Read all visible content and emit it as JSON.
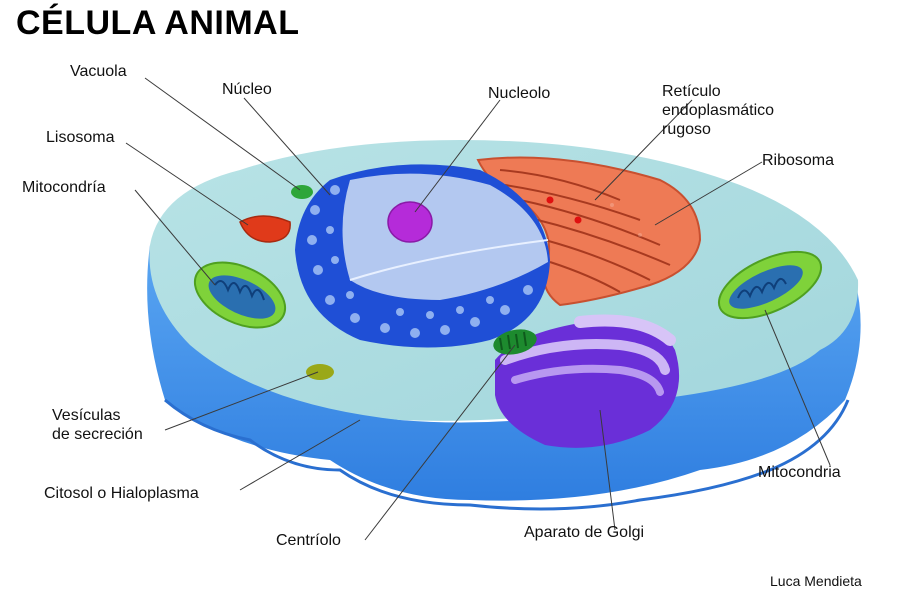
{
  "title": "CÉLULA ANIMAL",
  "author": "Luca Mendieta",
  "labels": {
    "vacuola": "Vacuola",
    "nucleo": "Núcleo",
    "nucleolo": "Nucleolo",
    "reticulo": [
      "Retículo",
      "endoplasmático",
      "rugoso"
    ],
    "ribosoma": "Ribosoma",
    "lisosoma": "Lisosoma",
    "mitocondria_left": "Mitocondría",
    "vesiculas": [
      "Vesículas",
      "de secreción"
    ],
    "citosol": "Citosol o Hialoplasma",
    "centriolo": "Centríolo",
    "golgi": "Aparato de Golgi",
    "mitocondria_right": "Mitocondria"
  },
  "colors": {
    "cytoplasm_top": "#a9dbe0",
    "membrane_side": "#3f8fe8",
    "nucleus_envelope": "#1f4fd6",
    "nucleoplasm": "#b3c8f0",
    "nucleolus": "#b52bd9",
    "reticulum": "#ee7a55",
    "golgi": "#7b3fe0",
    "mitochondria_outer": "#7fd23a",
    "mitochondria_inner": "#2a6fb0",
    "lysosome": "#e03a1a",
    "vacuole": "#2ea63a",
    "centriole": "#1d8a2e",
    "vesicle": "#9aa818"
  }
}
